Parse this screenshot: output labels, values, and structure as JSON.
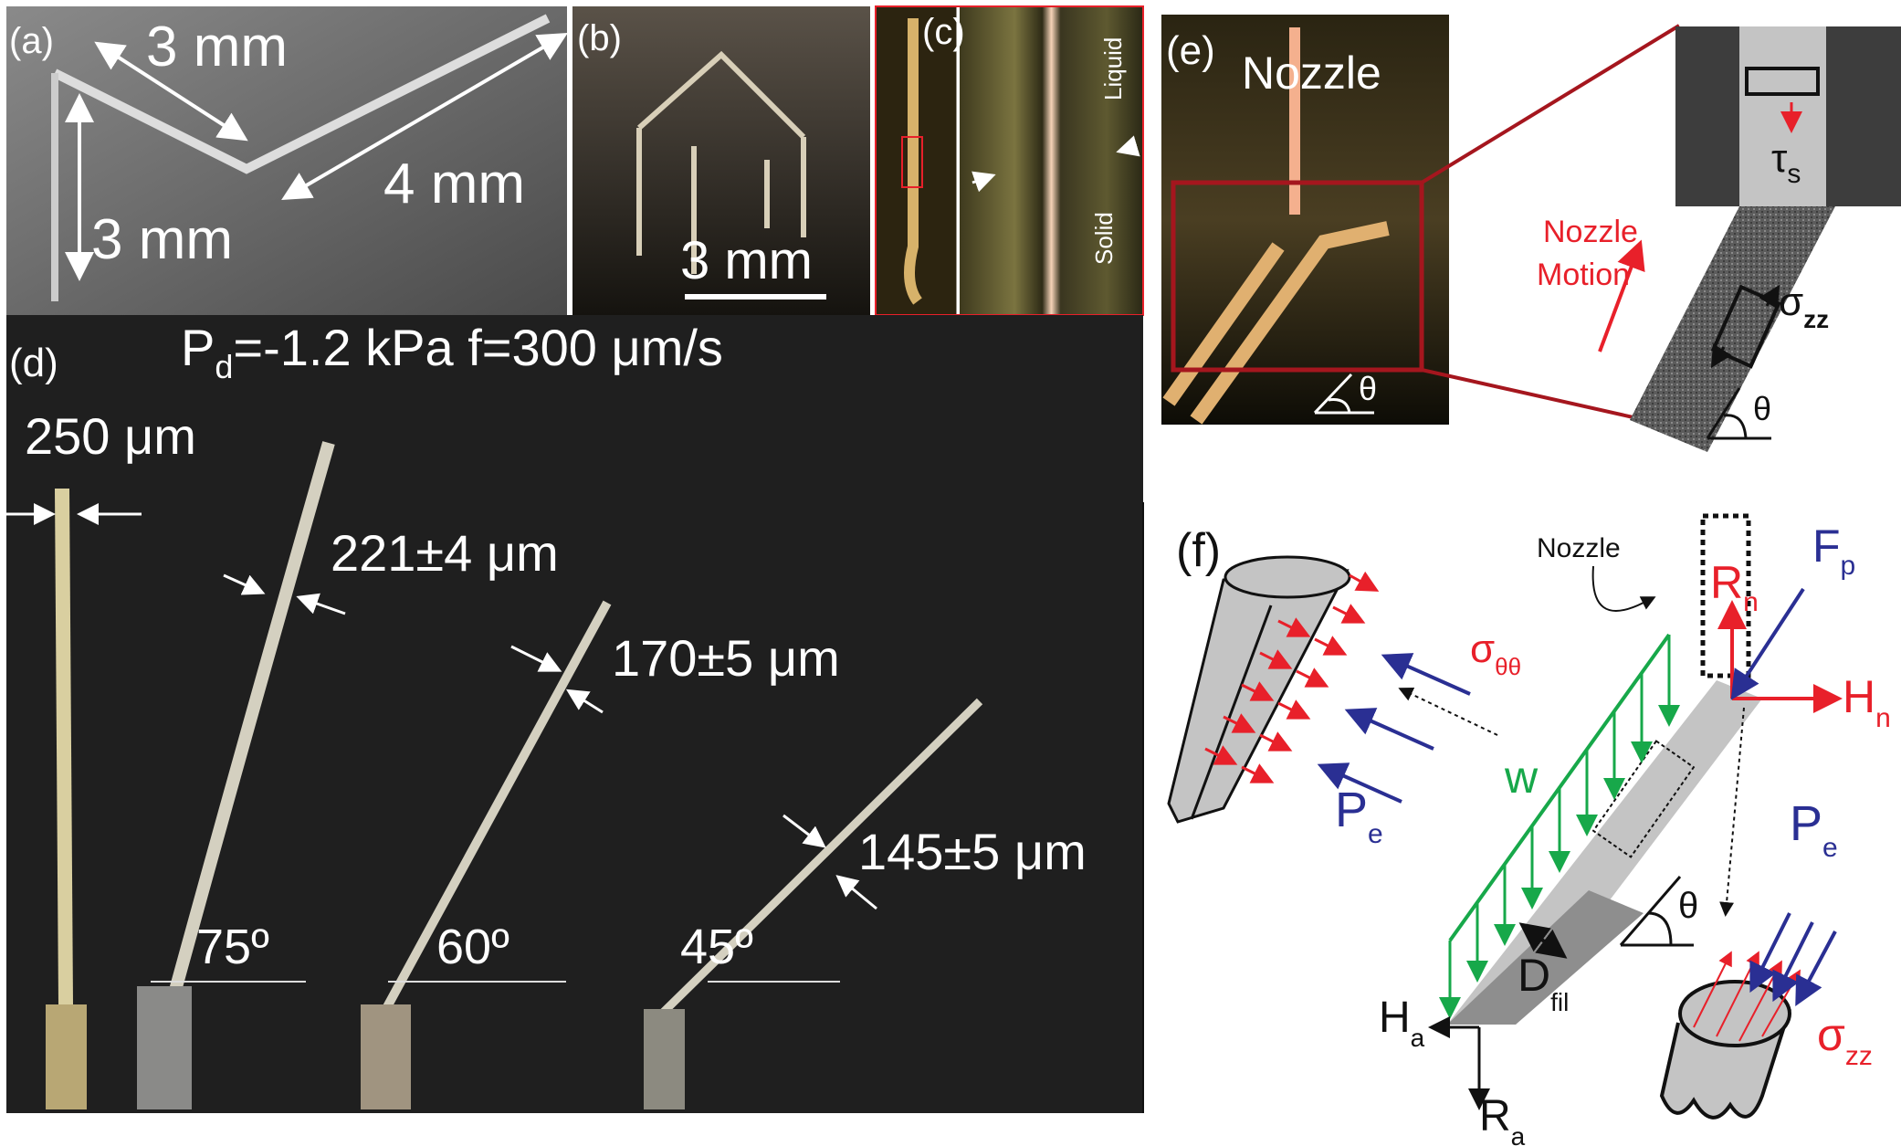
{
  "panels": {
    "a": {
      "label": "(a)",
      "dim1": "3 mm",
      "dim2": "3 mm",
      "dim3": "4 mm"
    },
    "b": {
      "label": "(b)",
      "scale_bar": "3 mm"
    },
    "c": {
      "label": "(c)",
      "liquid": "Liquid",
      "solid": "Solid"
    },
    "d": {
      "label": "(d)",
      "cond_p": "P",
      "cond_p_sub": "d",
      "cond_rest": "=-1.2 kPa f=300 μm/s",
      "width_vertical": "250 μm",
      "width_75": "221±4 μm",
      "width_60": "170±5 μm",
      "width_45": "145±5 μm",
      "angle_75": "75º",
      "angle_60": "60º",
      "angle_45": "45º"
    },
    "e": {
      "label": "(e)",
      "nozzle": "Nozzle",
      "theta": "θ",
      "tau": "τ",
      "tau_sub": "s",
      "motion_line1": "Nozzle",
      "motion_line2": "Motion",
      "sigma": "σ",
      "sigma_sub": "zz",
      "theta2": "θ"
    },
    "f": {
      "label": "(f)",
      "nozzle": "Nozzle",
      "Rn": "R",
      "Rn_sub": "n",
      "Fp": "F",
      "Fp_sub": "p",
      "Hn": "H",
      "Hn_sub": "n",
      "sigma_tt": "σ",
      "sigma_tt_sub": "θθ",
      "Pe_left": "P",
      "Pe_left_sub": "e",
      "w": "w",
      "theta": "θ",
      "D": "D",
      "D_sub": "fil",
      "Ha": "H",
      "Ha_sub": "a",
      "Ra": "R",
      "Ra_sub": "a",
      "Pe_right": "P",
      "Pe_right_sub": "e",
      "sigma_zz": "σ",
      "sigma_zz_sub": "zz"
    }
  },
  "colors": {
    "red": "#e8202a",
    "blue": "#2a2f93",
    "green": "#17a84a",
    "dark_bg": "#1f1f1f"
  }
}
